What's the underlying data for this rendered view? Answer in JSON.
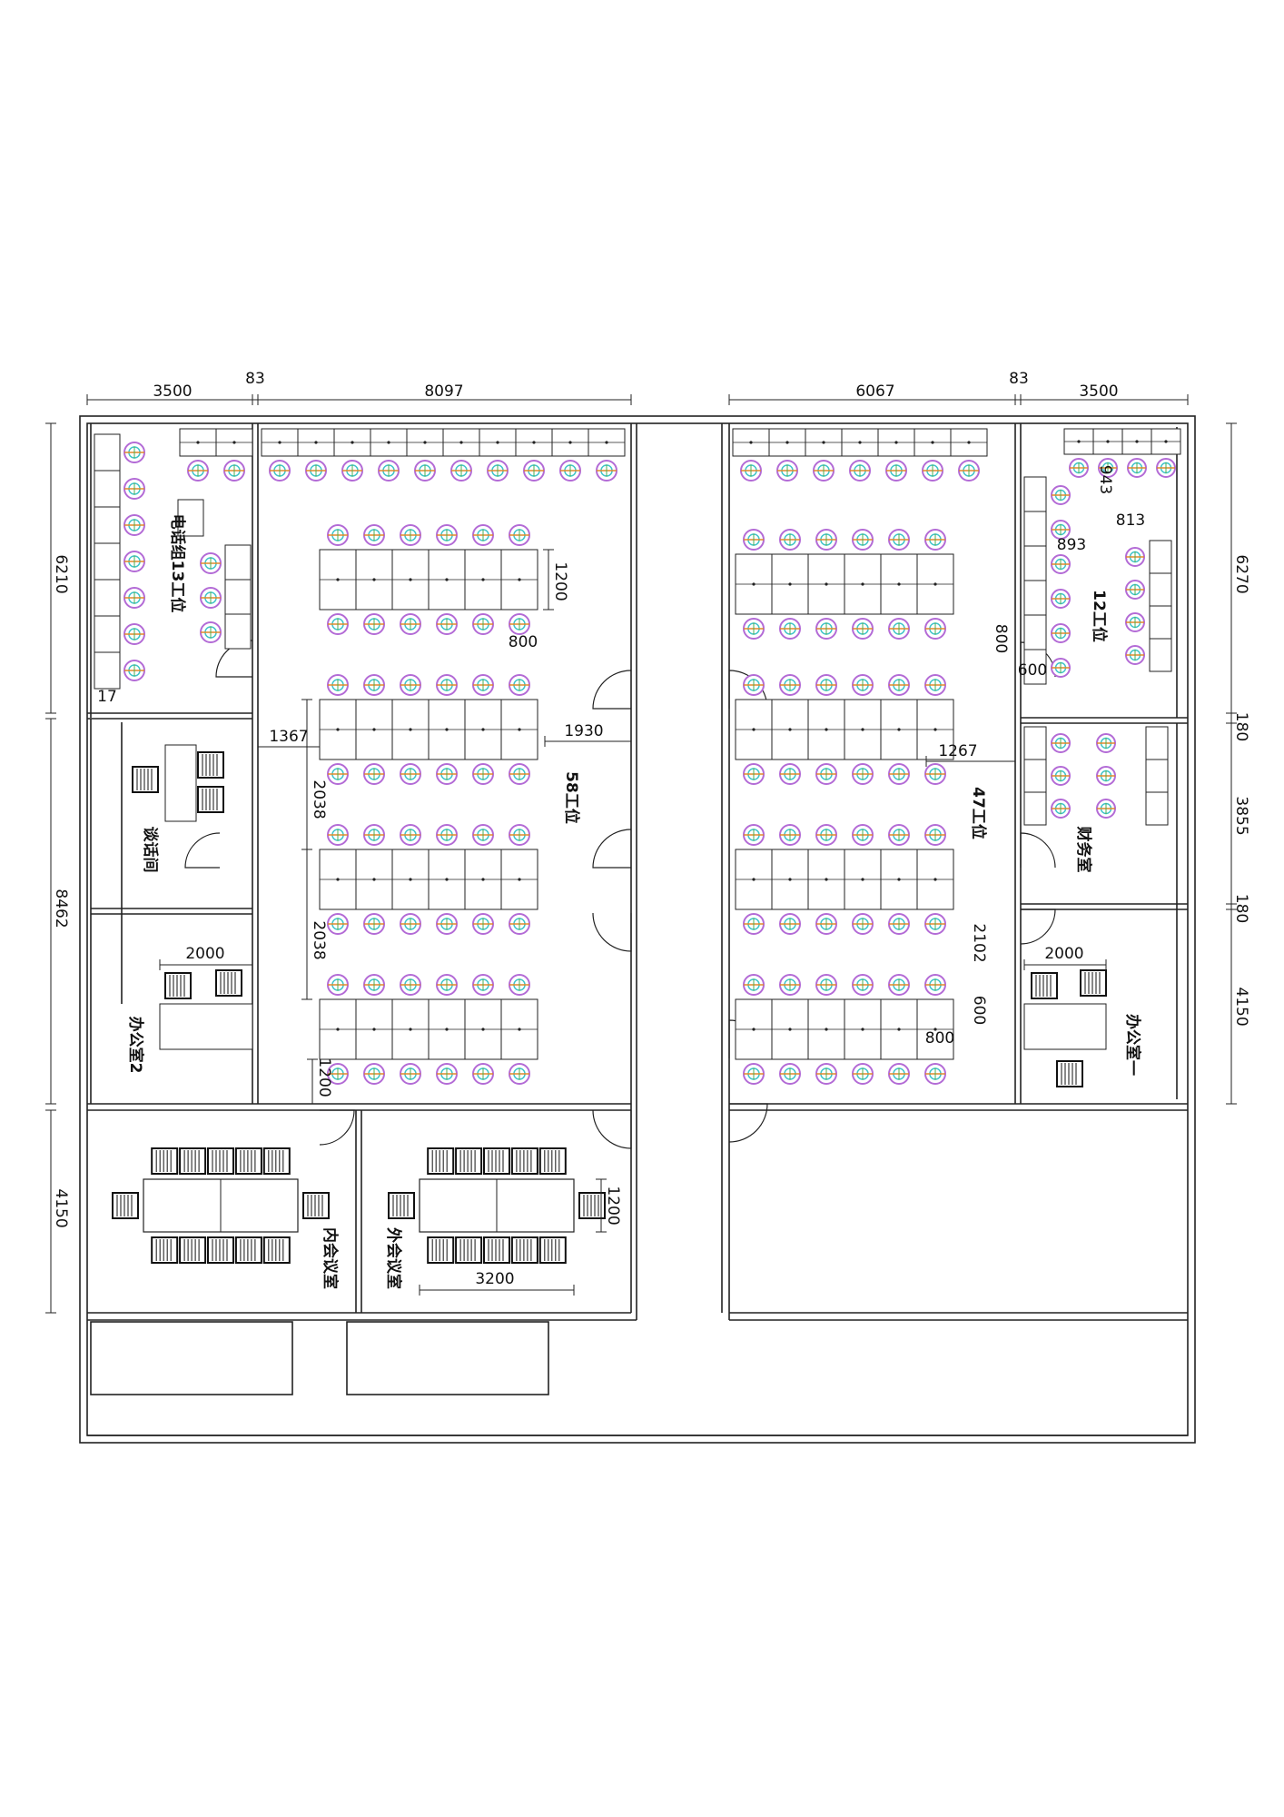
{
  "colors": {
    "line": "#222222",
    "chair_purple": "#b36bd6",
    "chair_orange": "#e08a2c",
    "chair_cyan": "#3fc4c8",
    "chair_green": "#4caf50",
    "exec_chair": "#111111",
    "background": "#ffffff"
  },
  "dimensions": {
    "top_left_room": "3500",
    "top_left_gap": "83",
    "top_left_main": "8097",
    "top_right_main": "6067",
    "top_right_gap": "83",
    "top_right_room": "3500",
    "left_1": "6210",
    "left_2": "8462",
    "left_3": "4150",
    "right_1": "6270",
    "right_2": "180",
    "right_3": "3855",
    "right_4": "180",
    "right_5": "4150",
    "w_1367": "1367",
    "w_1930": "1930",
    "w_1267": "1267",
    "h_1200_a": "1200",
    "w_800_a": "800",
    "h_2038_a": "2038",
    "h_2038_b": "2038",
    "h_1200_b": "1200",
    "w_2000_a": "2000",
    "w_2000_b": "2000",
    "h_1200_c": "1200",
    "w_3200": "3200",
    "h_800_b": "800",
    "w_600_a": "600",
    "h_2102": "2102",
    "h_600_b": "600",
    "w_800_c": "800",
    "h_943": "943",
    "w_813": "813",
    "w_893": "893",
    "w_17": "17"
  },
  "rooms": {
    "phone_group": "电话组13工位",
    "talk_room": "谈话间",
    "office_2": "办公室2",
    "inner_meeting": "内会议室",
    "outer_meeting": "外会议室",
    "open_58": "58工位",
    "open_47": "47工位",
    "stations_12": "12工位",
    "finance": "财务室",
    "office_1": "办公室一"
  }
}
